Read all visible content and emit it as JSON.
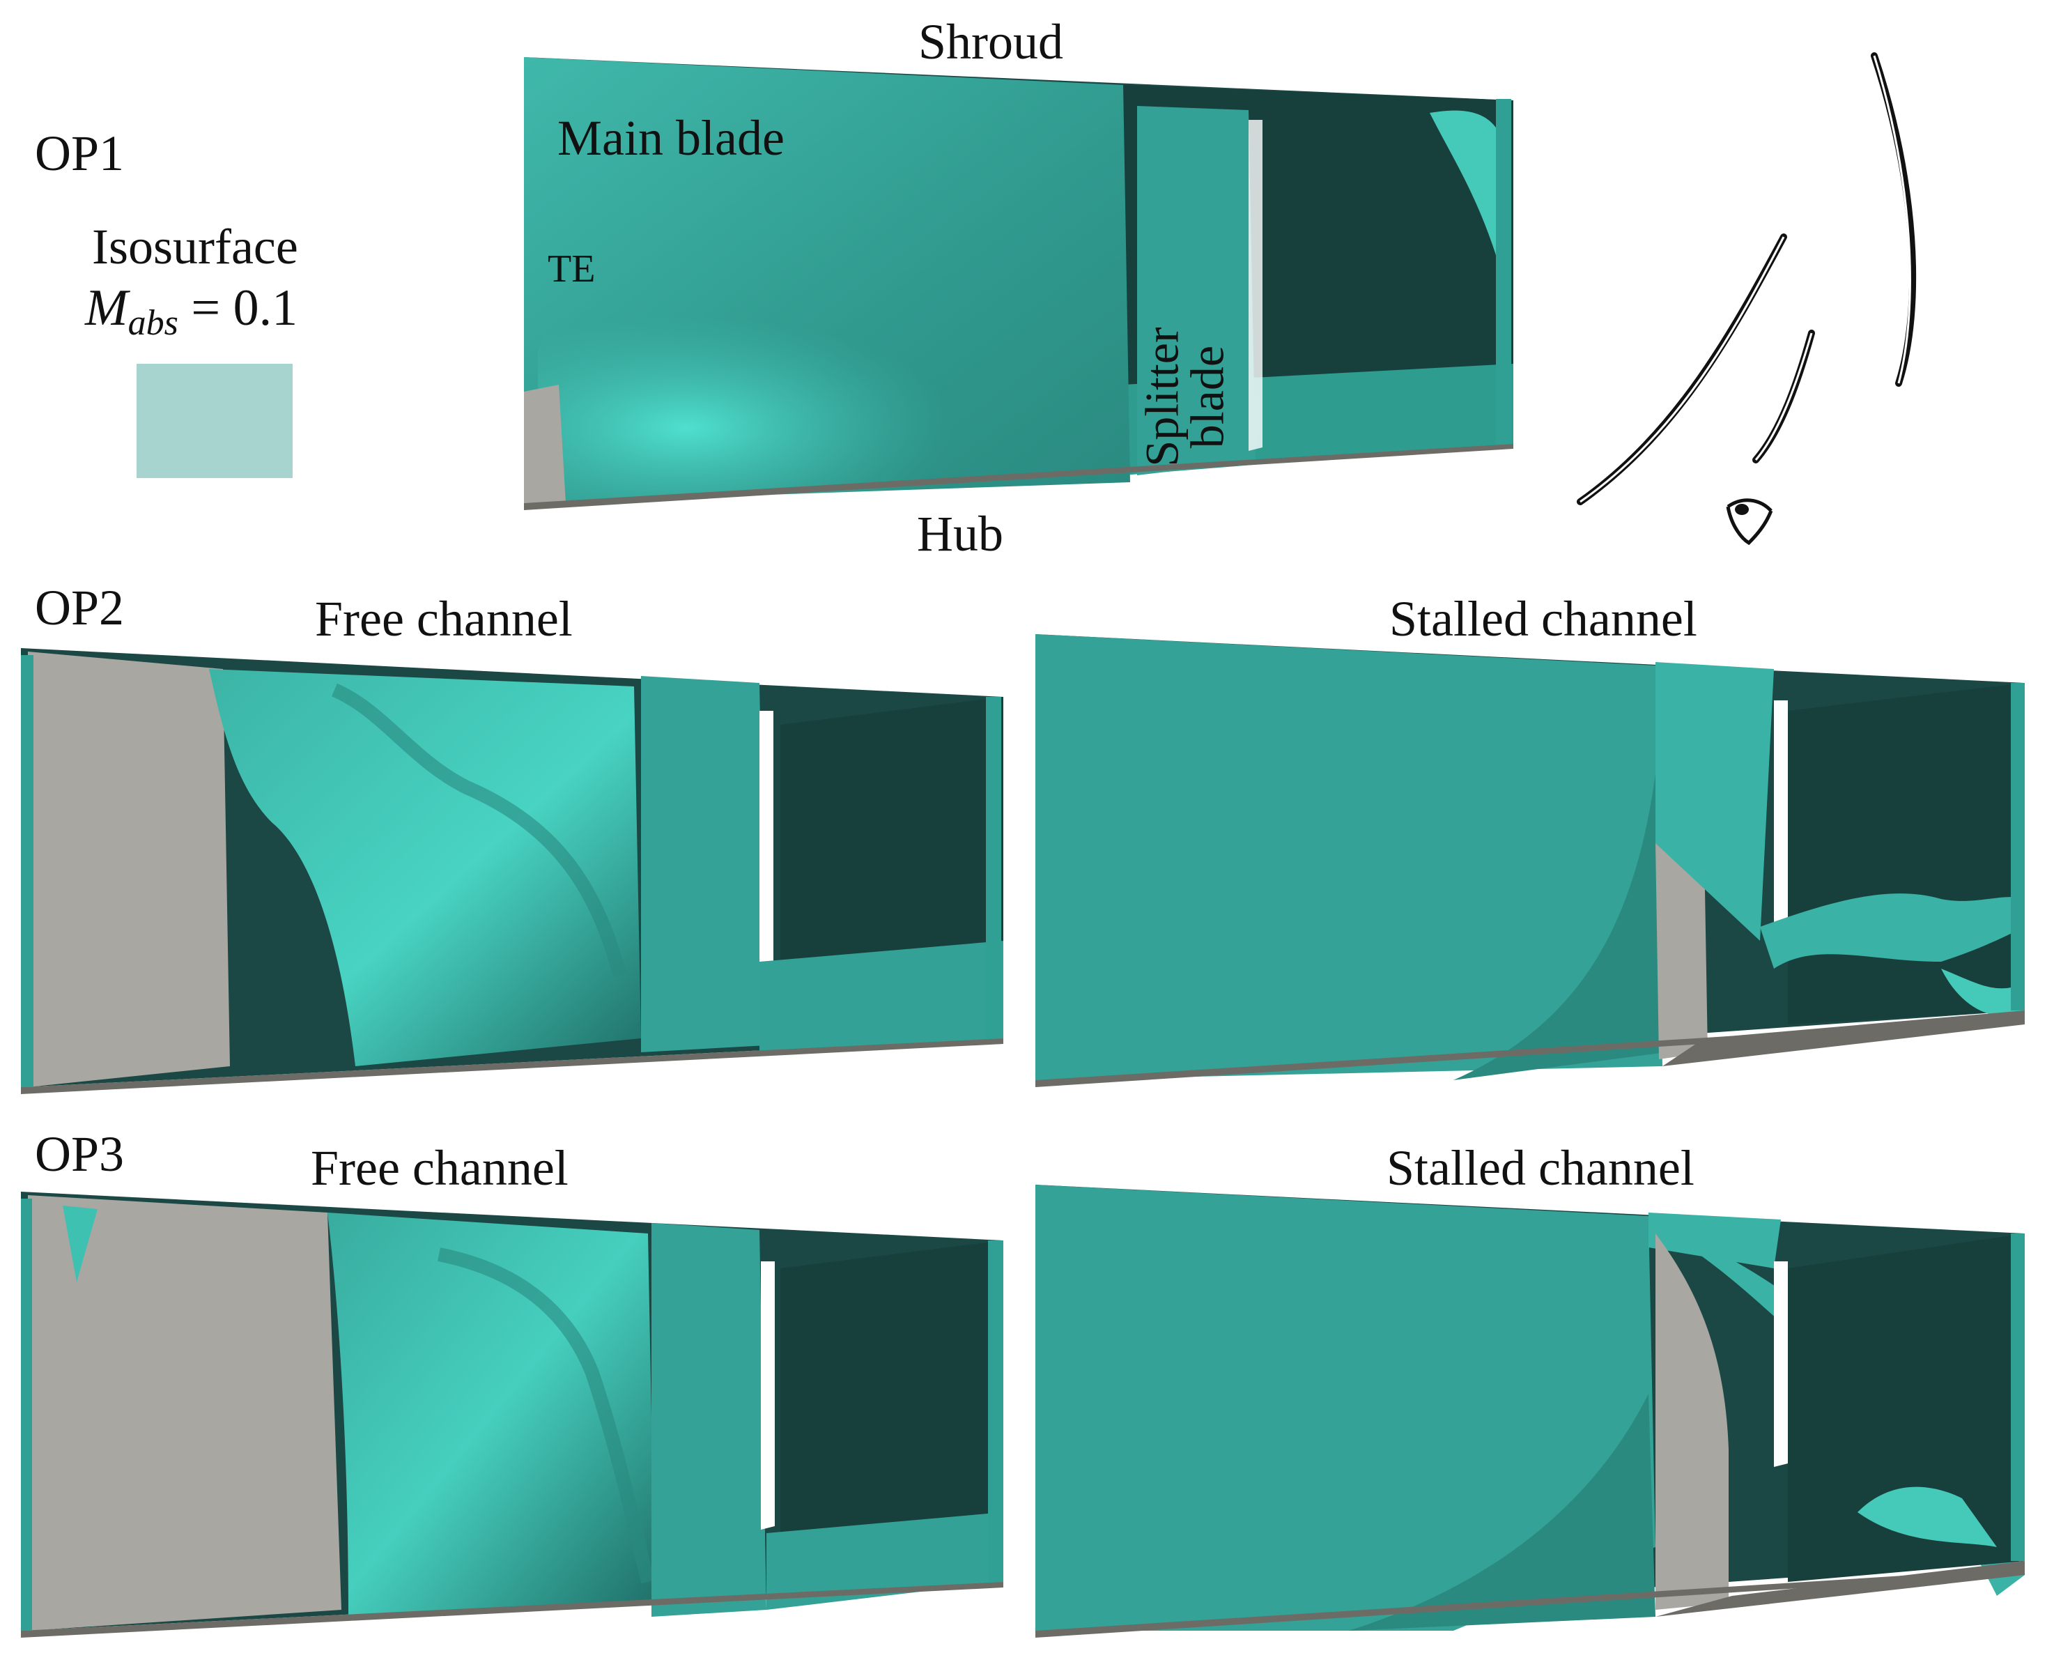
{
  "labels": {
    "op1": "OP1",
    "op2": "OP2",
    "op3": "OP3",
    "shroud": "Shroud",
    "hub": "Hub",
    "main_blade": "Main blade",
    "te": "TE",
    "splitter_blade": "Splitter blade",
    "free_channel": "Free channel",
    "stalled_channel": "Stalled channel"
  },
  "legend": {
    "title": "Isosurface",
    "symbol": "M",
    "subscript": "abs",
    "value_text": "= 0.1",
    "swatch_color": "#a8d4d0"
  },
  "colors": {
    "teal": "#36a89c",
    "teal_light": "#48d6c6",
    "teal_dark": "#17403d",
    "grey_blade": "#a8a7a2",
    "grey_hub": "#6d6b66"
  }
}
